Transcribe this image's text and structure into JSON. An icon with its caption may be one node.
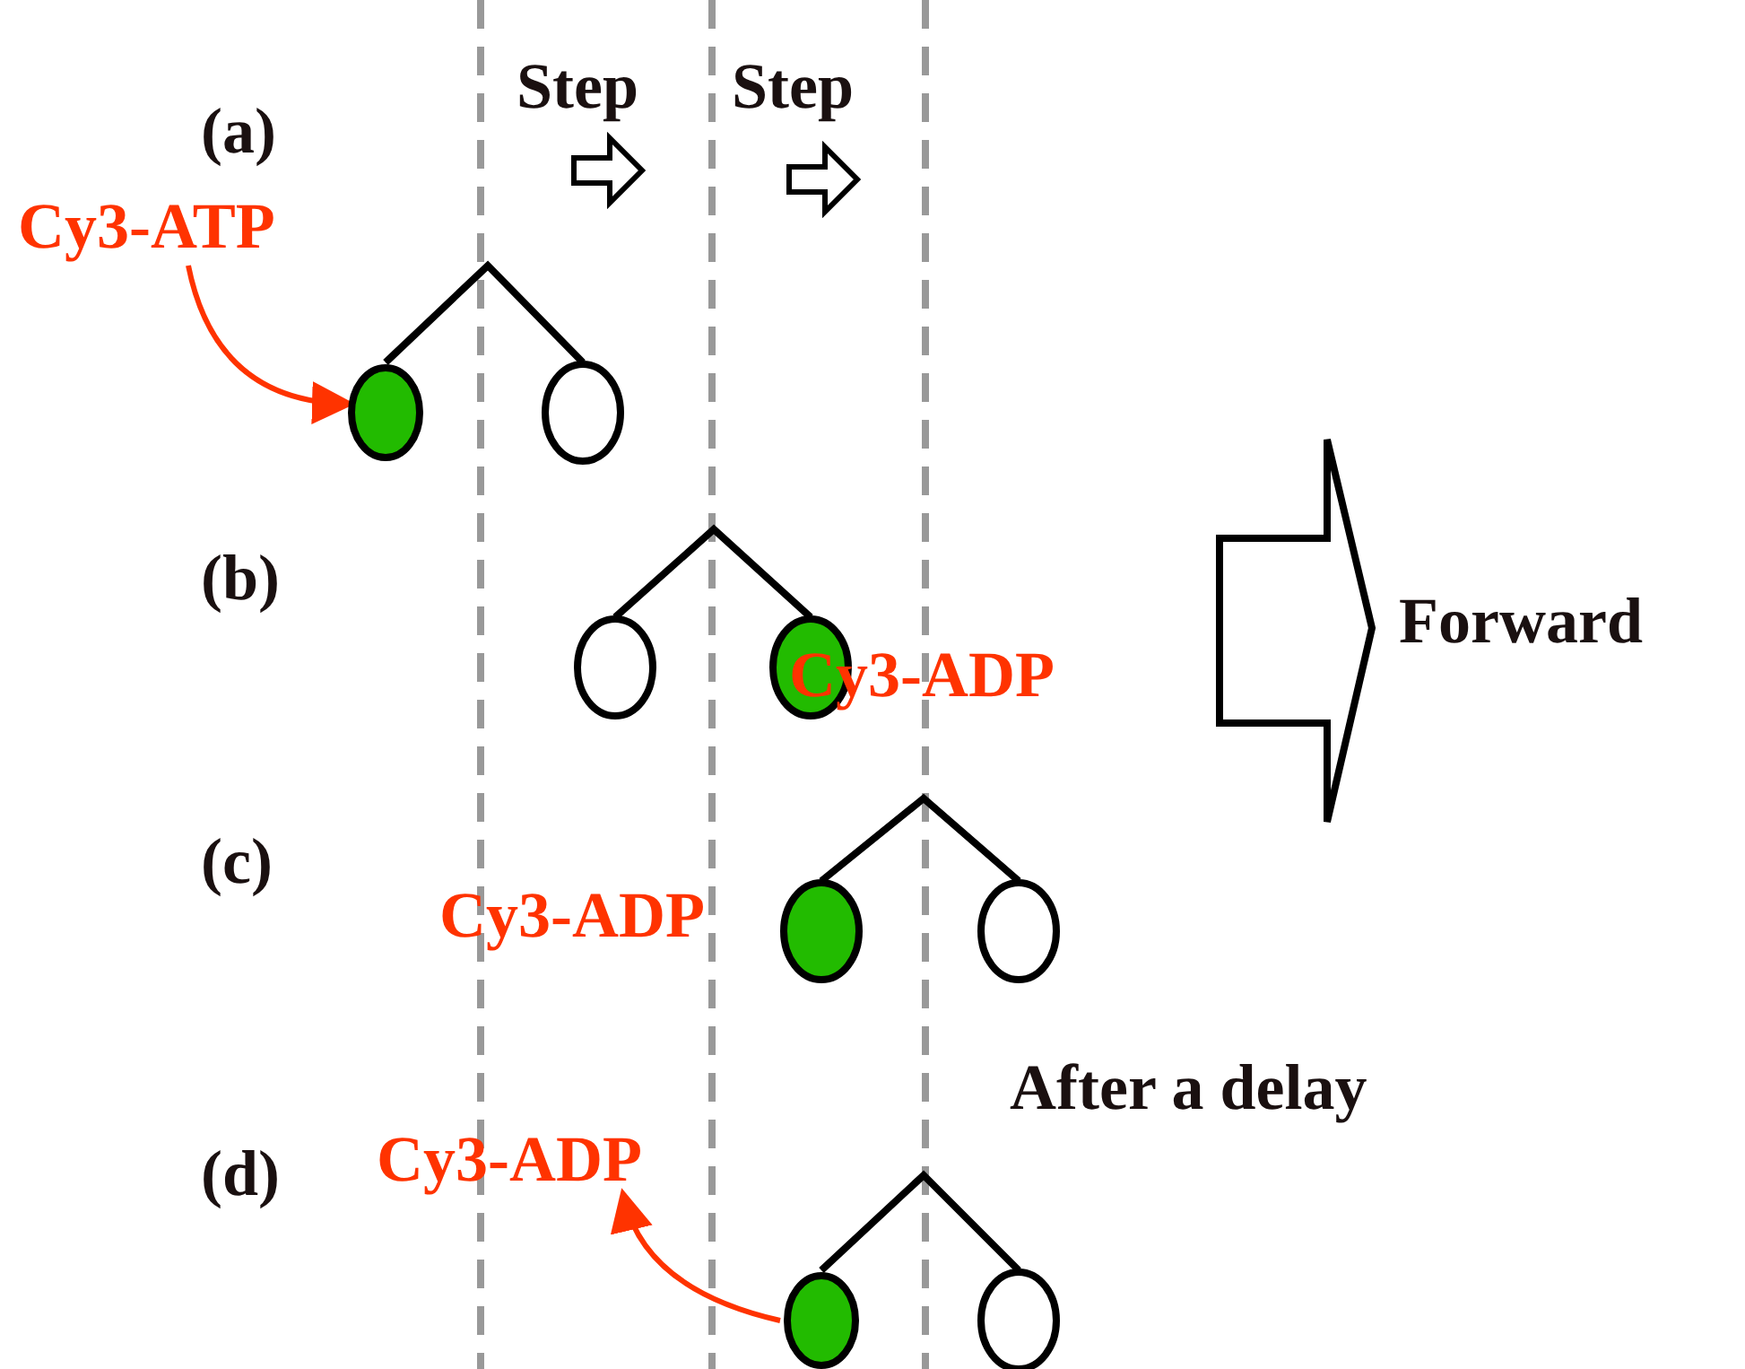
{
  "diagram": {
    "nodes": [
      {
        "text": [
          "Cy3-ATP"
        ]
      },
      {
        "text": [],
        "shape": "circle"
      },
      {
        "text": [],
        "shape": "circle"
      },
      {
        "text": [
          "Cy3-ADP"
        ]
      }
    ],
    "edges": [
      {
        "from": 0,
        "to": 1,
        "arrow": "to",
        "color": "#ff3300"
      },
      {
        "from": 2,
        "to": 3,
        "arrow": "to",
        "color": "#ff3300"
      }
    ],
    "labels": [
      "Step",
      "Step",
      "(a)",
      "(b)",
      "Cy3-ADP",
      "Forward",
      "(c)",
      "Cy3-ADP",
      "After a delay",
      "(d)"
    ]
  }
}
